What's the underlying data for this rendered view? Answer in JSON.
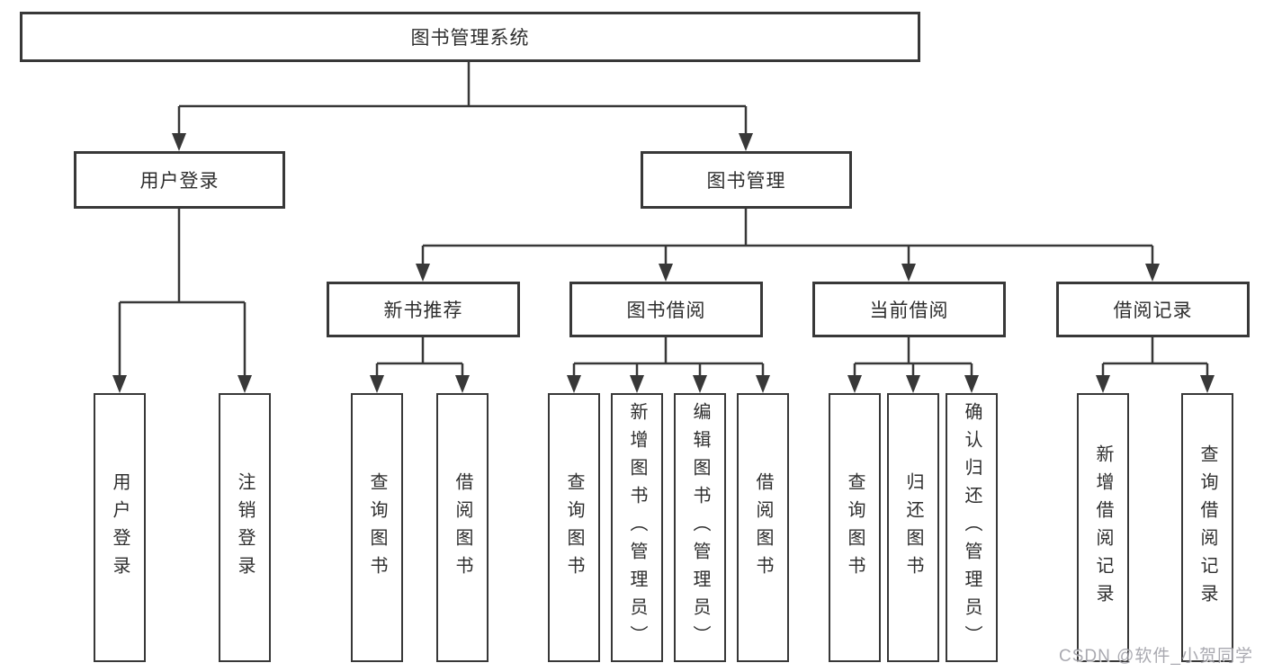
{
  "tree": {
    "root": "图书管理系统",
    "branches": [
      {
        "label": "用户登录",
        "children": [
          "用户登录",
          "注销登录"
        ]
      },
      {
        "label": "图书管理",
        "children": [
          {
            "label": "新书推荐",
            "children": [
              "查询图书",
              "借阅图书"
            ]
          },
          {
            "label": "图书借阅",
            "children": [
              "查询图书",
              "新增图书（管理员）",
              "编辑图书（管理员）",
              "借阅图书"
            ]
          },
          {
            "label": "当前借阅",
            "children": [
              "查询图书",
              "归还图书",
              "确认归还（管理员）"
            ]
          },
          {
            "label": "借阅记录",
            "children": [
              "新增借阅记录",
              "查询借阅记录"
            ]
          }
        ]
      }
    ]
  },
  "watermark": "CSDN @软件_小贺同学",
  "colors": {
    "line": "#383838",
    "text": "#2e2e2e",
    "watermark": "#9b9ba3",
    "background": "#ffffff"
  }
}
